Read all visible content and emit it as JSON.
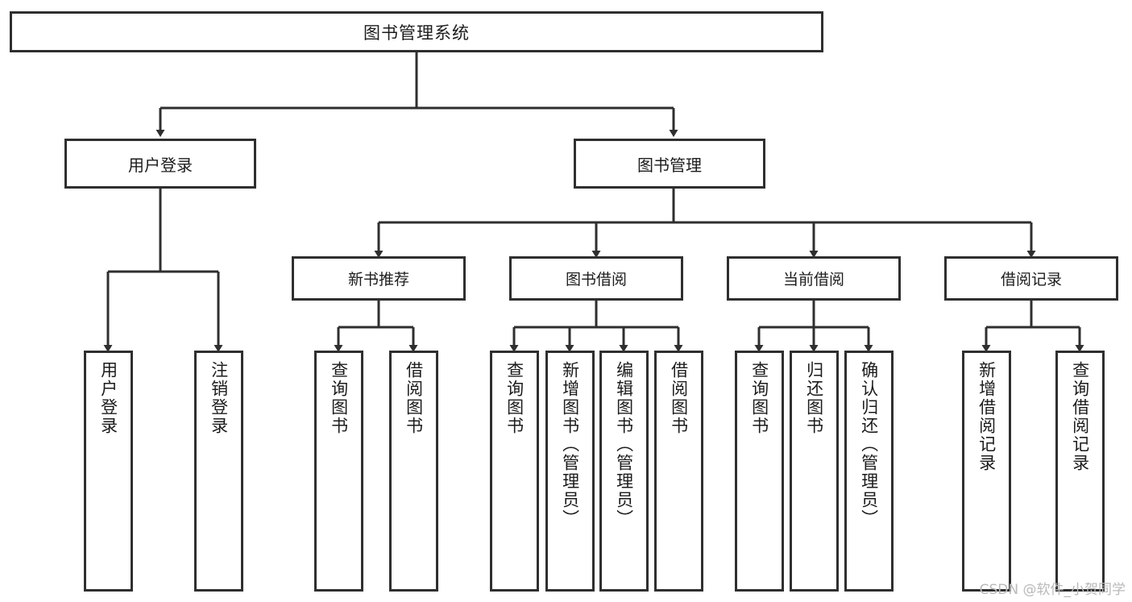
{
  "diagram": {
    "type": "tree",
    "title": "图书管理系统",
    "root": {
      "label": "图书管理系统"
    },
    "level1": [
      {
        "label": "用户登录"
      },
      {
        "label": "图书管理"
      }
    ],
    "level2": [
      {
        "label": "新书推荐"
      },
      {
        "label": "图书借阅"
      },
      {
        "label": "当前借阅"
      },
      {
        "label": "借阅记录"
      }
    ],
    "leaves": {
      "user_login": [
        {
          "label": "用户登录"
        },
        {
          "label": "注销登录"
        }
      ],
      "new_book_recommend": [
        {
          "label": "查询图书"
        },
        {
          "label": "借阅图书"
        }
      ],
      "book_borrow": [
        {
          "label": "查询图书"
        },
        {
          "label": "新增图书（管理员）"
        },
        {
          "label": "编辑图书（管理员）"
        },
        {
          "label": "借阅图书"
        }
      ],
      "current_borrow": [
        {
          "label": "查询图书"
        },
        {
          "label": "归还图书"
        },
        {
          "label": "确认归还（管理员）"
        }
      ],
      "borrow_record": [
        {
          "label": "新增借阅记录"
        },
        {
          "label": "查询借阅记录"
        }
      ]
    }
  },
  "watermark": {
    "text": "CSDN @软件_小贺同学"
  },
  "colors": {
    "border": "#2f2f2f",
    "text": "#1c1c1c",
    "background": "#ffffff",
    "watermark": "#b9b9b9"
  }
}
